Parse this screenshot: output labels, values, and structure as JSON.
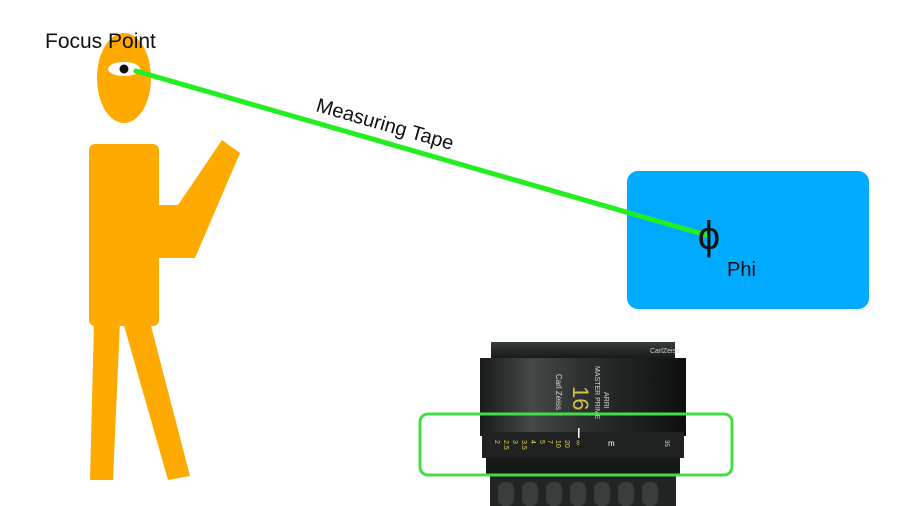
{
  "labels": {
    "focus_point": "Focus Point",
    "measuring_tape": "Measuring Tape",
    "phi_symbol": "ϕ",
    "phi": "Phi"
  },
  "lens": {
    "brand_top": "CarlZeiss",
    "arri": "ARRI",
    "series": "MASTER PRIME",
    "focal": "16",
    "maker": "Carl Zeiss",
    "scale": [
      "∞",
      "20",
      "10",
      "7",
      "5",
      "4",
      "3.5",
      "3",
      "2.5",
      "2"
    ],
    "unit": "m",
    "mark": "35"
  },
  "colors": {
    "person": "#ffaa00",
    "tape": "#22ee22",
    "camera_box": "#00aaff",
    "highlight": "#44dd44"
  }
}
